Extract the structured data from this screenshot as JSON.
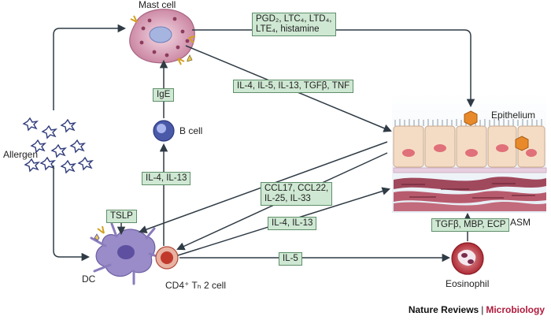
{
  "cells": {
    "mast_cell": "Mast cell",
    "b_cell": "B cell",
    "allergen": "Allergen",
    "dc": "DC",
    "th2_cell": "CD4⁺ Tₕ 2 cell",
    "epithelium": "Epithelium",
    "asm": "ASM",
    "eosinophil": "Eosinophil"
  },
  "mediators": {
    "mast_products_line1": "PGD₂, LTC₄, LTD₄,",
    "mast_products_line2": "LTE₄, histamine",
    "mast_cytokines": "IL-4, IL-5, IL-13, TGFβ, TNF",
    "ige": "IgE",
    "th2_to_b": "IL-4, IL-13",
    "tslp": "TSLP",
    "chemokines_line1": "CCL17, CCL22,",
    "chemokines_line2": "IL-25, IL-33",
    "th2_to_asm": "IL-4, IL-13",
    "il5": "IL-5",
    "eos_products": "TGFβ, MBP, ECP"
  },
  "credit": {
    "publisher": "Nature Reviews",
    "separator": "|",
    "journal": "Microbiology"
  },
  "colors": {
    "arrow": "#2f3b45",
    "label_box_fill": "#cfe8d3",
    "label_box_border": "#5f8f6a",
    "mast_cell": "#d9a0b8",
    "b_cell": "#4a5aa8",
    "dc": "#9a8cc8",
    "th2_cell": "#c0392b",
    "eosinophil": "#b8303a",
    "epithelium_cell": "#f4dcc4",
    "smooth_muscle": "#a0485c",
    "allergen": "#e8c85a",
    "journal_accent": "#b01a3c"
  }
}
